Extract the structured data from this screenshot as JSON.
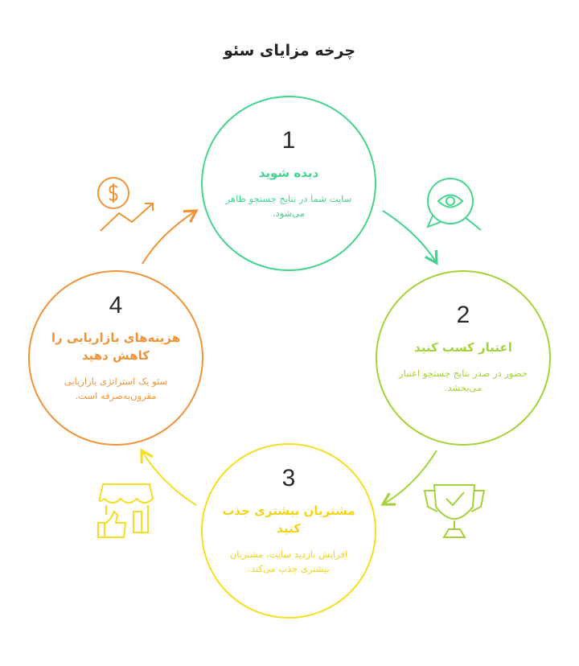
{
  "title": "چرخه مزایای سئو",
  "colors": {
    "green": "#45d48f",
    "lime": "#a5d23a",
    "yellow": "#f6df22",
    "orange": "#f0943a"
  },
  "steps": [
    {
      "number": "1",
      "heading": "دیده شوید",
      "description": "سایت شما در نتایج جستجو ظاهر می‌شود.",
      "icon": "eye-search-icon"
    },
    {
      "number": "2",
      "heading": "اعتبار کسب کنید",
      "description": "حضور در صدر نتایج جستجو اعتبار می‌بخشد.",
      "icon": "trophy-check-icon"
    },
    {
      "number": "3",
      "heading": "مشتریان بیشتری جذب کنید",
      "description": "افزایش بازدید سایت، مشتریان بیشتری جذب می‌کند.",
      "icon": "store-thumbs-up-icon"
    },
    {
      "number": "4",
      "heading": "هزینه‌های بازاریابی را کاهش دهید",
      "description": "سئو یک استراتژی بازاریابی مقرون‌به‌صرفه است.",
      "icon": "dollar-growth-icon"
    }
  ]
}
